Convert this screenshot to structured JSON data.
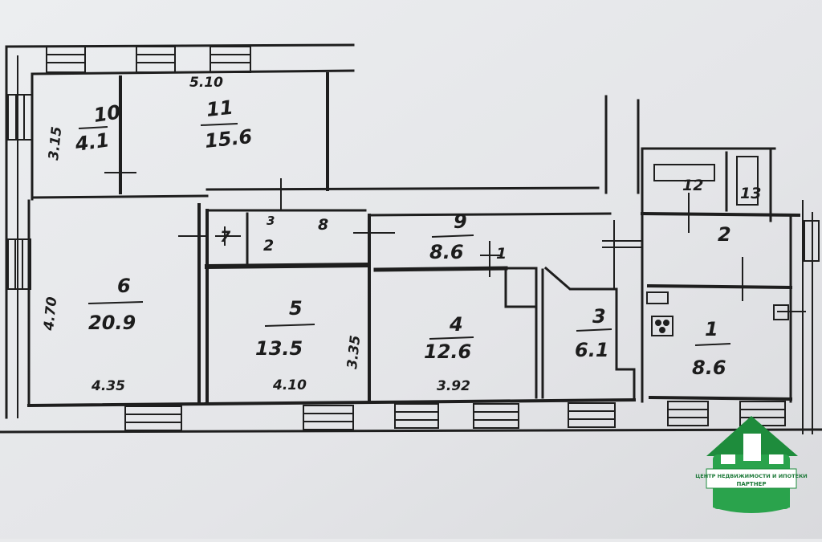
{
  "rooms": [
    {
      "id": "10",
      "area": "4.1"
    },
    {
      "id": "11",
      "area": "15.6"
    },
    {
      "id": "6",
      "area": "20.9"
    },
    {
      "id": "7",
      "area": ""
    },
    {
      "id": "8",
      "area": ""
    },
    {
      "id": "9",
      "area": "8.6"
    },
    {
      "id": "5",
      "area": "13.5"
    },
    {
      "id": "4",
      "area": "12.6"
    },
    {
      "id": "3",
      "area": "6.1"
    },
    {
      "id": "12",
      "area": ""
    },
    {
      "id": "13",
      "area": ""
    },
    {
      "id": "2",
      "area": ""
    },
    {
      "id": "1",
      "area": "8.6"
    }
  ],
  "small_marks": {
    "three": "3",
    "two": "2",
    "one": "1"
  },
  "dimensions": {
    "top": "5.10",
    "left_room10": "3.15",
    "left_room6": "4.70",
    "bottom_room6": "4.35",
    "bottom_room5": "4.10",
    "right_room5": "3.35",
    "bottom_room4": "3.92"
  },
  "logo": {
    "line1": "ЦЕНТР НЕДВИЖИМОСТИ И ИПОТЕКИ",
    "line2": "ПАРТНЕР",
    "color": "#1e8c3c"
  }
}
